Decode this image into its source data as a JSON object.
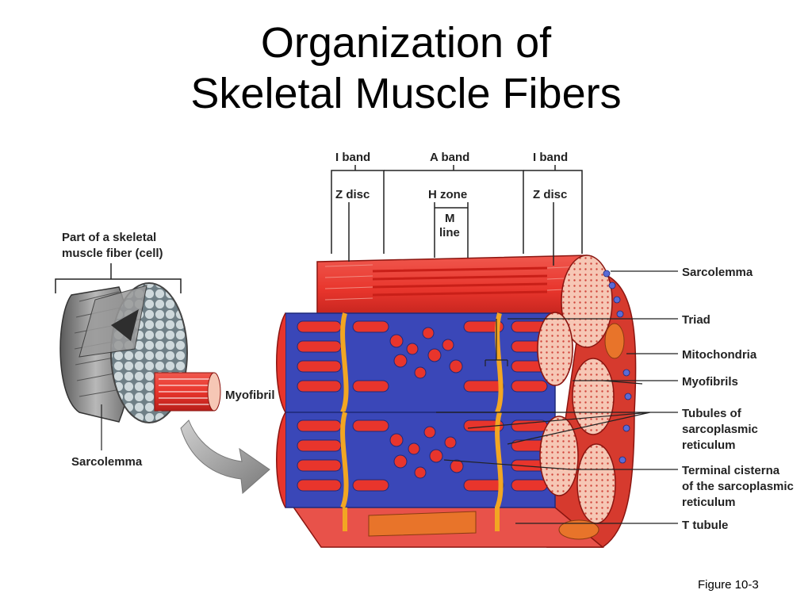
{
  "title": {
    "line1": "Organization of",
    "line2": "Skeletal Muscle Fibers"
  },
  "labels": {
    "i_band_left": "I band",
    "a_band": "A band",
    "i_band_right": "I band",
    "z_disc_left": "Z disc",
    "h_zone": "H zone",
    "m_line_1": "M",
    "m_line_2": "line",
    "part_of_fiber_1": "Part of a skeletal",
    "part_of_fiber_2": "muscle fiber (cell)",
    "myofibril": "Myofibril",
    "sarcolemma_left": "Sarcolemma",
    "sarcolemma_right": "Sarcolemma",
    "triad": "Triad",
    "mitochondria": "Mitochondria",
    "myofibrils": "Myofibrils",
    "tubules_1": "Tubules of",
    "tubules_2": "sarcoplasmic",
    "tubules_3": "reticulum",
    "terminal_1": "Terminal cisterna",
    "terminal_2": "of the sarcoplasmic",
    "terminal_3": "reticulum",
    "t_tubule": "T tubule",
    "z_disc_right": "Z disc"
  },
  "figure_label": "Figure 10-3",
  "colors": {
    "muscle_red": "#e8352c",
    "muscle_dark_red": "#b81f1a",
    "reticulum_blue": "#3a47b8",
    "ttubule_orange": "#f2a623",
    "myofibril_pink": "#f6c7b5",
    "mitochondria_orange": "#e8742a",
    "fiber_gray": "#7a7a7a"
  }
}
